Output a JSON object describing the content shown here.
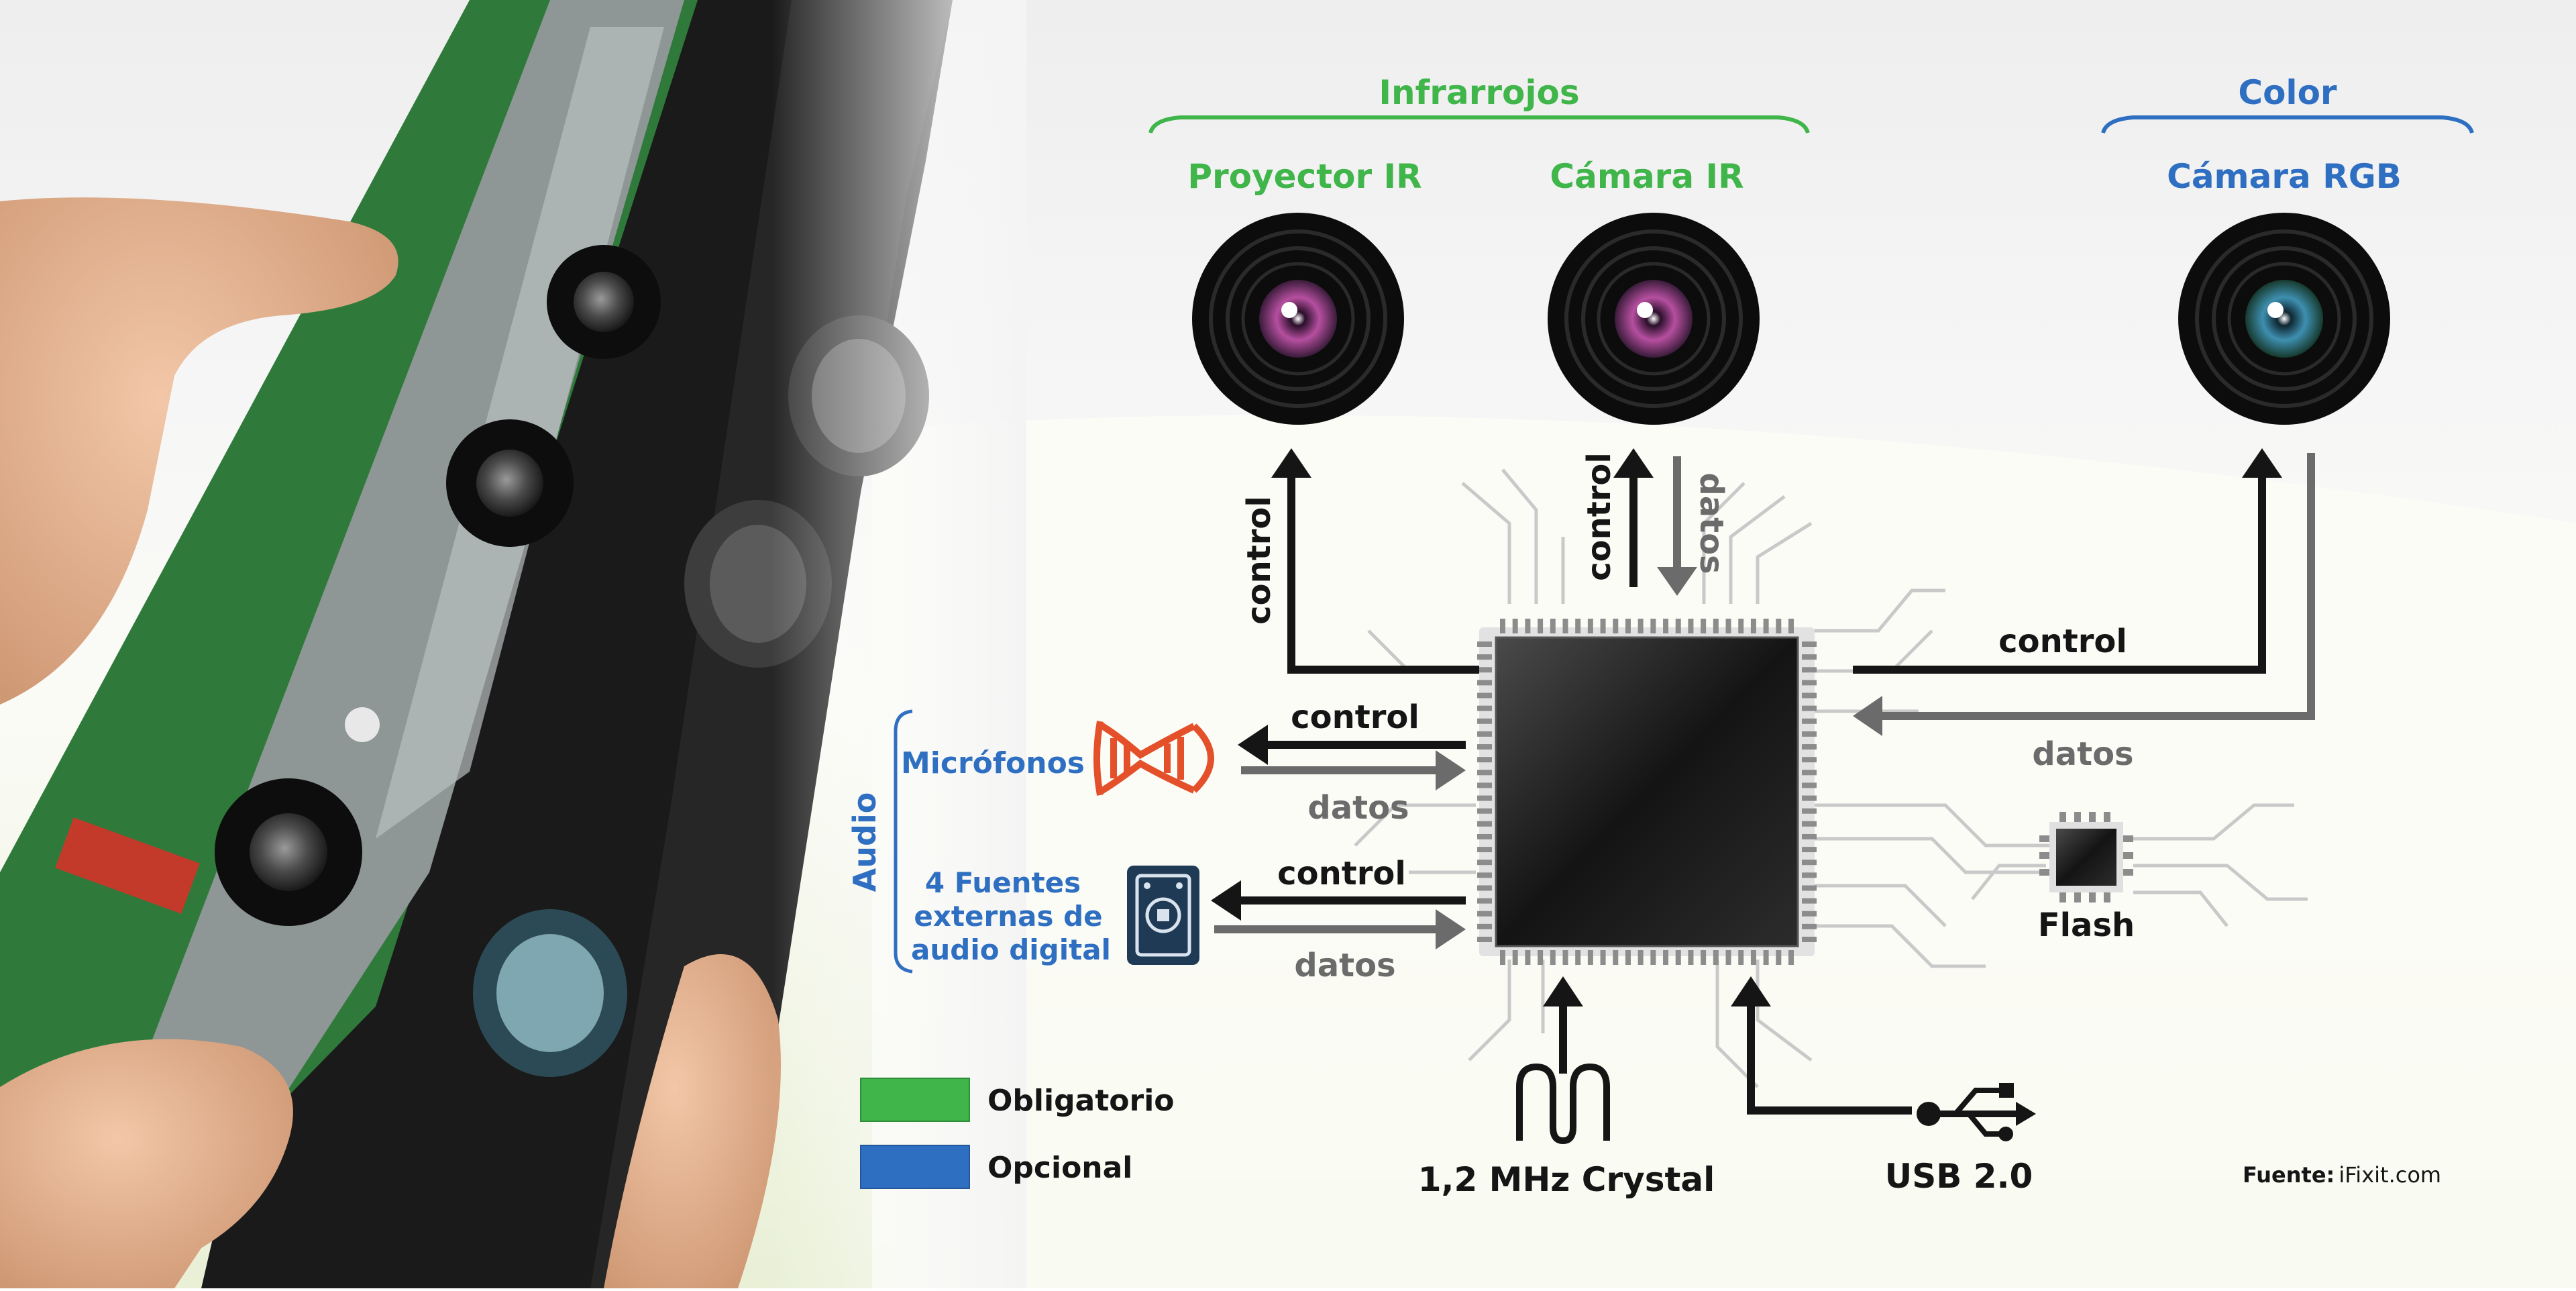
{
  "groups": {
    "infrared": "Infrarrojos",
    "color": "Color",
    "audio": "Audio"
  },
  "components": {
    "ir_projector": "Proyector IR",
    "ir_camera": "Cámara IR",
    "rgb_camera": "Cámara RGB",
    "microphones": "Micrófonos",
    "ext_audio_line1": "4 Fuentes",
    "ext_audio_line2": "externas de",
    "ext_audio_line3": "audio digital",
    "flash": "Flash",
    "crystal": "1,2 MHz Crystal",
    "usb": "USB 2.0"
  },
  "signals": {
    "control": "control",
    "datos": "datos"
  },
  "legend": {
    "mandatory": "Obligatorio",
    "optional": "Opcional"
  },
  "source": {
    "label": "Fuente:",
    "value": "iFixit.com"
  },
  "colors": {
    "mandatory": "#3fb54a",
    "optional": "#2f6fc2",
    "audio_text": "#2f6fc2",
    "microphone": "#e4502a",
    "arrow_dark": "#151515",
    "arrow_gray": "#6b6b6b"
  }
}
